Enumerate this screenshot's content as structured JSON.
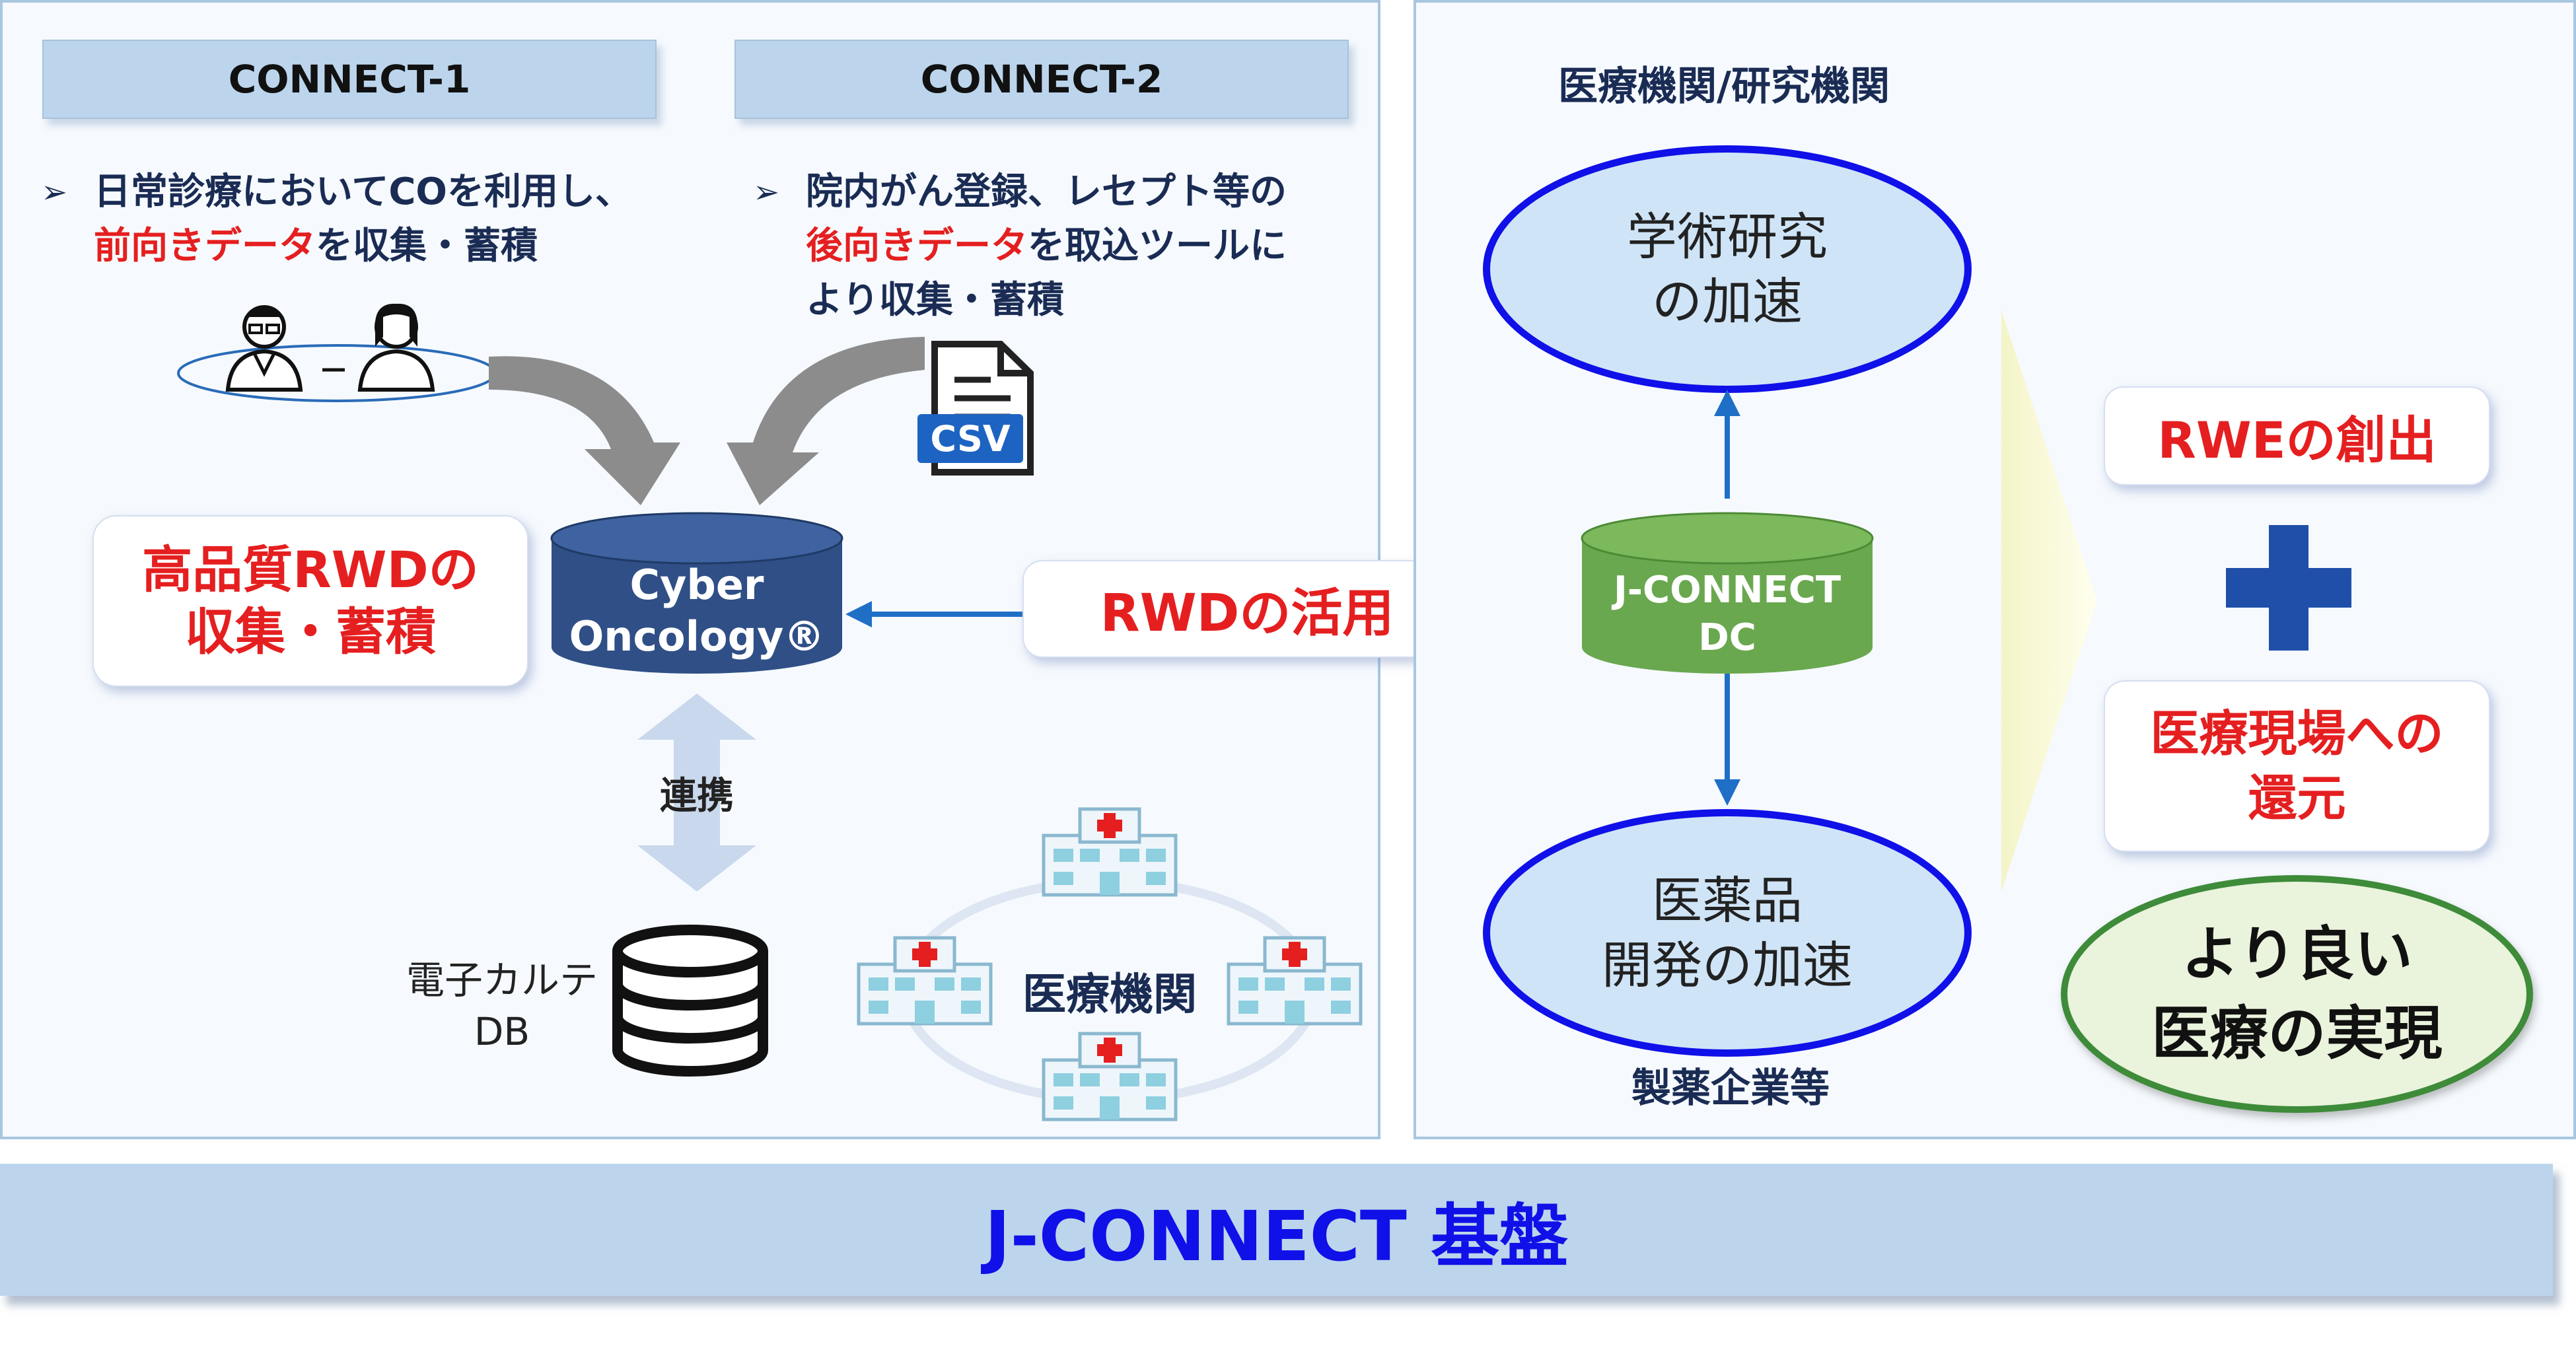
{
  "connect1": {
    "header": "CONNECT-1",
    "bullet_line1": "日常診療においてCOを利用し、",
    "bullet_red": "前向きデータ",
    "bullet_rest": "を収集・蓄積"
  },
  "connect2": {
    "header": "CONNECT-2",
    "bullet_line1": "院内がん登録、レセプト等の",
    "bullet_red": "後向きデータ",
    "bullet_rest": "を取込ツールに",
    "bullet_line3": "より収集・蓄積",
    "csv_label": "CSV"
  },
  "rwd_box": {
    "line1": "高品質RWDの",
    "line2": "収集・蓄積"
  },
  "cyber_oncology": {
    "line1": "Cyber",
    "line2": "Oncology®"
  },
  "rwd_usage": "RWDの活用",
  "renkei": "連携",
  "emr_db": {
    "line1": "電子カルテ",
    "line2": "DB"
  },
  "hospitals_label": "医療機関",
  "jconnect_dc": {
    "line1": "J-CONNECT",
    "line2": "DC"
  },
  "research_org_label": "医療機関/研究機関",
  "academic": {
    "line1": "学術研究",
    "line2": "の加速"
  },
  "drug_dev": {
    "line1": "医薬品",
    "line2": "開発の加速"
  },
  "pharma_label": "製薬企業等",
  "rwe_box": "RWEの創出",
  "return_box": {
    "line1": "医療現場への",
    "line2": "還元"
  },
  "better_care": {
    "line1": "より良い",
    "line2": "医療の実現"
  },
  "base_bar": "J-CONNECT 基盤",
  "colors": {
    "navy_cylinder": "#2f4f86",
    "green_cylinder": "#6aa84f",
    "arrow_blue": "#1f6fc7",
    "plus_blue": "#1f4fa8",
    "red_accent": "#e51f20",
    "base_text": "#1010e8"
  },
  "icons": [
    "doctor-icon",
    "patient-icon",
    "csv-file-icon",
    "database-icon",
    "hospital-icon",
    "plus-icon"
  ]
}
